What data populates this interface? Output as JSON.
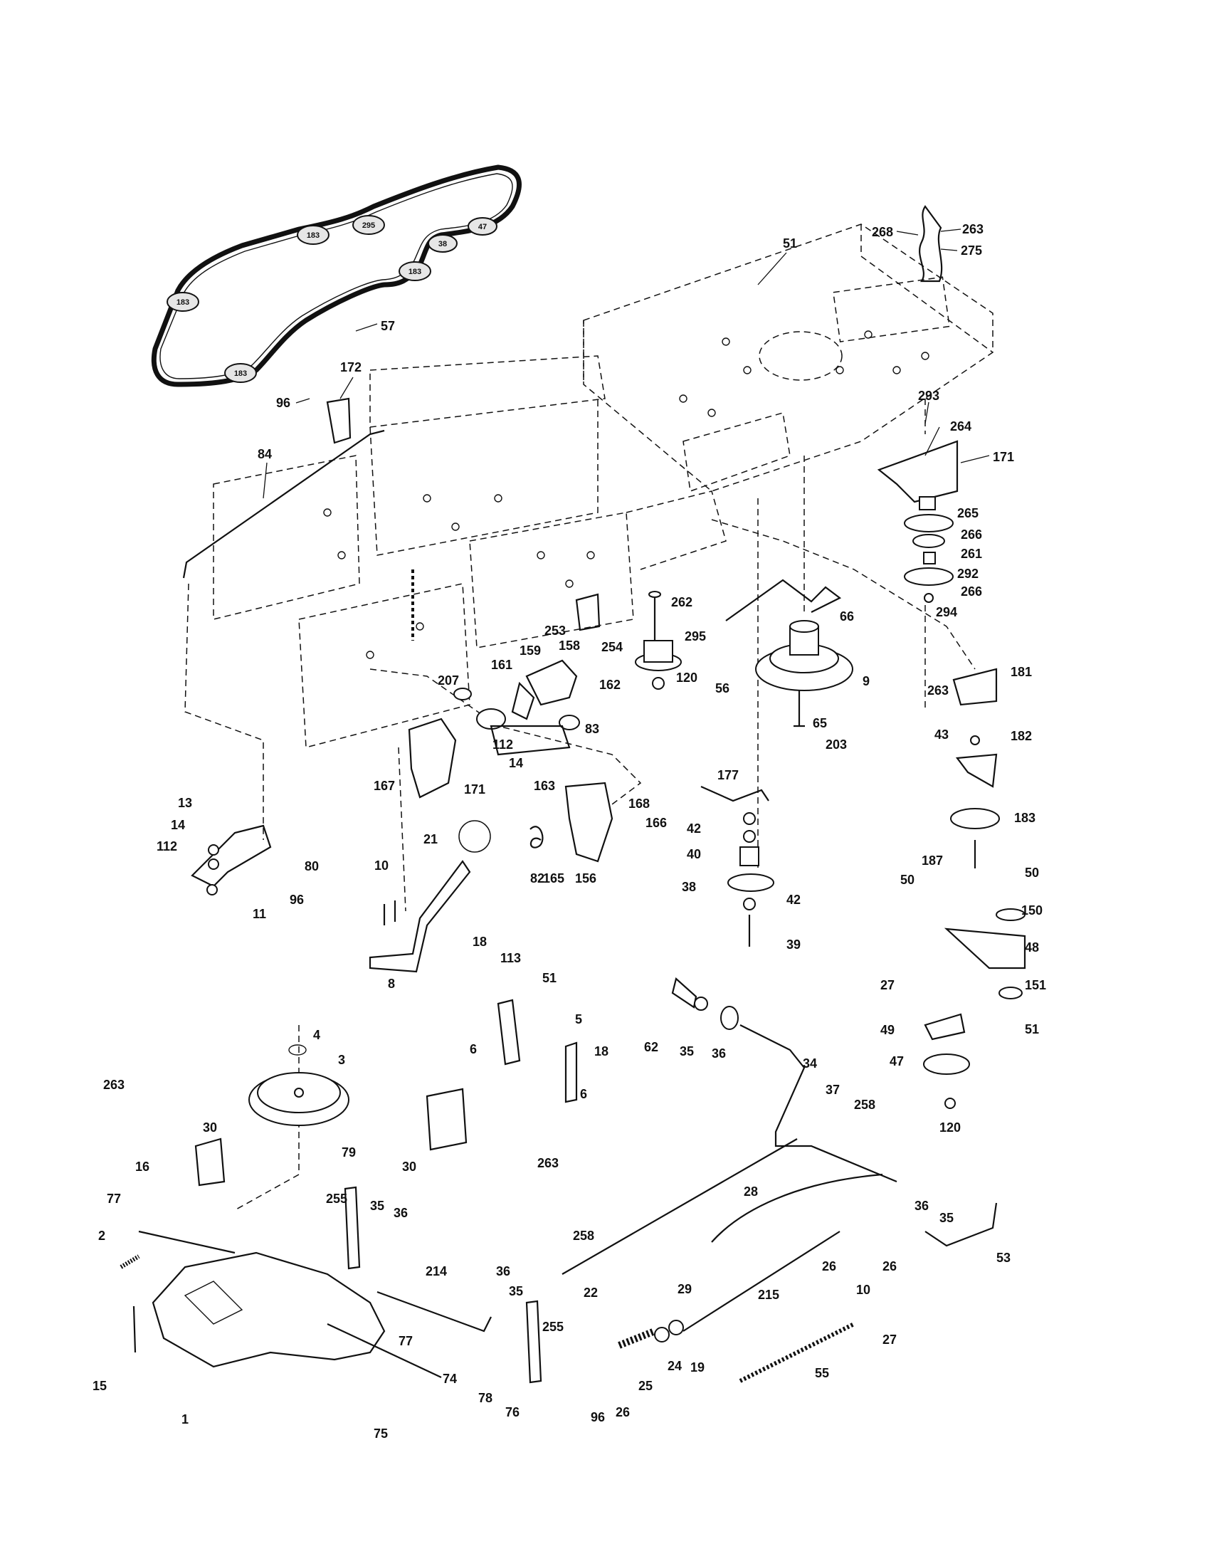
{
  "diagram": {
    "belt_pulley_labels": [
      "183",
      "295",
      "47",
      "38",
      "183",
      "183",
      "183"
    ],
    "callouts": [
      "57",
      "96",
      "172",
      "84",
      "268",
      "263",
      "275",
      "51",
      "293",
      "264",
      "171",
      "265",
      "266",
      "261",
      "292",
      "266",
      "294",
      "262",
      "295",
      "66",
      "56",
      "9",
      "65",
      "203",
      "253",
      "254",
      "120",
      "161",
      "159",
      "158",
      "207",
      "162",
      "112",
      "14",
      "83",
      "163",
      "167",
      "171",
      "13",
      "14",
      "112",
      "80",
      "96",
      "11",
      "177",
      "42",
      "40",
      "38",
      "42",
      "39",
      "263",
      "181",
      "43",
      "182",
      "183",
      "187",
      "21",
      "168",
      "166",
      "82",
      "165",
      "156",
      "10",
      "8",
      "18",
      "113",
      "51",
      "5",
      "6",
      "18",
      "6",
      "62",
      "35",
      "36",
      "34",
      "37",
      "258",
      "50",
      "50",
      "150",
      "48",
      "27",
      "151",
      "49",
      "51",
      "47",
      "120",
      "4",
      "3",
      "79",
      "263",
      "30",
      "16",
      "30",
      "263",
      "77",
      "2",
      "15",
      "1",
      "255",
      "35",
      "36",
      "214",
      "36",
      "35",
      "255",
      "77",
      "74",
      "78",
      "76",
      "75",
      "258",
      "22",
      "28",
      "29",
      "215",
      "26",
      "10",
      "26",
      "36",
      "35",
      "53",
      "27",
      "96",
      "26",
      "25",
      "24",
      "19",
      "55"
    ]
  }
}
